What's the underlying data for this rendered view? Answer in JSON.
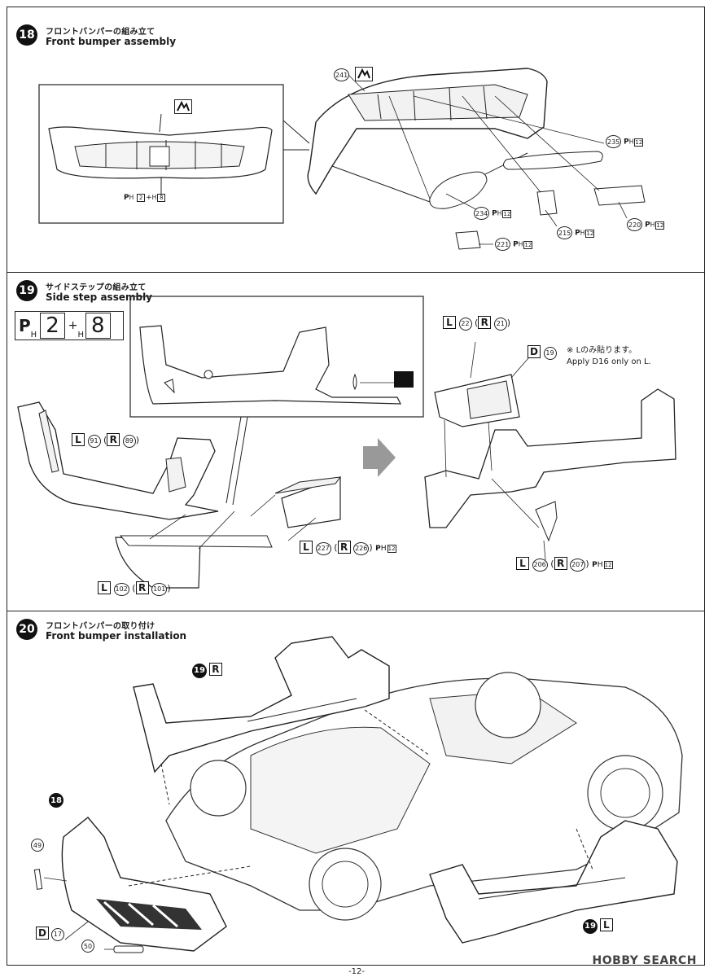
{
  "page": {
    "number": "-12-",
    "watermark": "HOBBY SEARCH"
  },
  "steps": [
    {
      "num": "18",
      "title_jp": "フロントバンパーの組み立て",
      "title_en": "Front bumper assembly",
      "paint": "2 + 8",
      "parts": [
        "241",
        "235",
        "234",
        "215",
        "220",
        "221"
      ]
    },
    {
      "num": "19",
      "title_jp": "サイドステップの組み立て",
      "title_en": "Side step assembly",
      "paint_main": "2",
      "paint_plus": "+",
      "paint_second": "8",
      "note_jp": "Lのみ貼ります。",
      "note_en": "Apply D16 only on L.",
      "note_prefix": "※",
      "decal_num": "19",
      "parts": {
        "l_91": "91",
        "r_89": "89",
        "l_102": "102",
        "r_101": "101",
        "l_227": "227",
        "r_226": "226",
        "l_22": "22",
        "r_21": "21",
        "l_206": "206",
        "r_207": "207"
      }
    },
    {
      "num": "20",
      "title_jp": "フロントバンパーの取り付け",
      "title_en": "Front bumper installation",
      "refs": {
        "r19": "19",
        "l19": "19",
        "s18": "18",
        "p49": "49",
        "p50": "50",
        "d17": "17"
      }
    }
  ],
  "letters": {
    "L": "L",
    "R": "R",
    "D": "D",
    "PH": "P",
    "PH_sub": "H",
    "H": "H",
    "paint12": "12",
    "paint2": "2",
    "paint8": "8"
  },
  "punct": {
    "open": "(",
    "close": ")"
  }
}
